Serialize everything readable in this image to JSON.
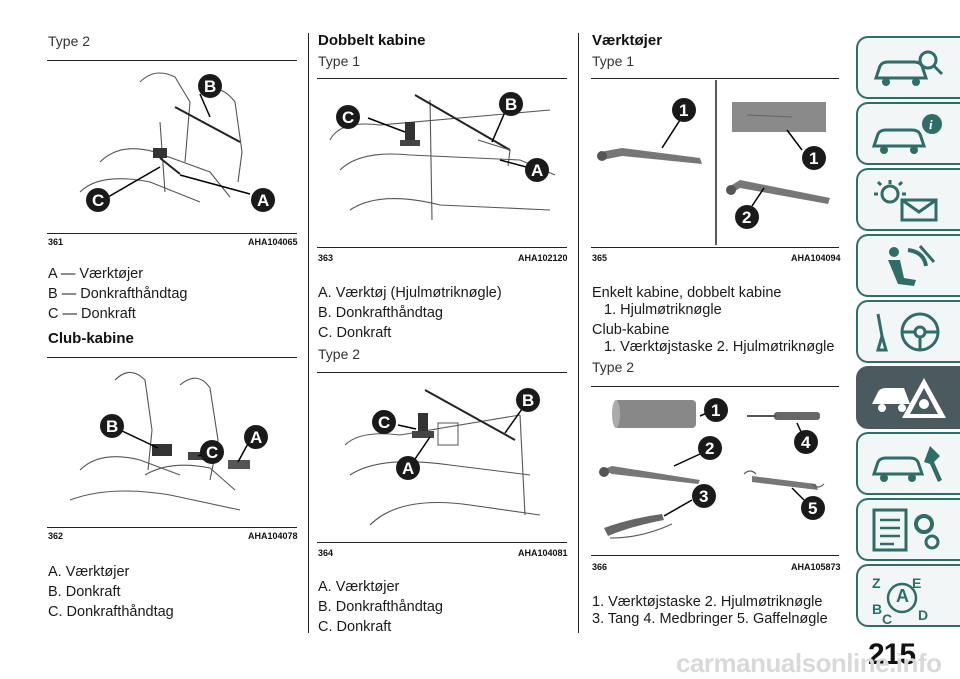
{
  "col1": {
    "type_label": "Type 2",
    "fig361": {
      "num": "361",
      "code": "AHA104065"
    },
    "legend_a": "A — Værktøjer",
    "legend_b": "B — Donkrafthåndtag",
    "legend_c": "C — Donkraft",
    "club_heading": "Club-kabine",
    "fig362": {
      "num": "362",
      "code": "AHA104078"
    },
    "list_a": "A. Værktøjer",
    "list_b": "B. Donkraft",
    "list_c": "C. Donkrafthåndtag"
  },
  "col2": {
    "heading": "Dobbelt kabine",
    "type1": "Type 1",
    "fig363": {
      "num": "363",
      "code": "AHA102120"
    },
    "list1_a": "A. Værktøj (Hjulmøtriknøgle)",
    "list1_b": "B. Donkrafthåndtag",
    "list1_c": "C. Donkraft",
    "type2": "Type 2",
    "fig364": {
      "num": "364",
      "code": "AHA104081"
    },
    "list2_a": "A. Værktøjer",
    "list2_b": "B. Donkrafthåndtag",
    "list2_c": "C. Donkraft"
  },
  "col3": {
    "heading": "Værktøjer",
    "type1": "Type 1",
    "fig365": {
      "num": "365",
      "code": "AHA104094"
    },
    "line1": "Enkelt kabine, dobbelt kabine",
    "line2": "1. Hjulmøtriknøgle",
    "line3": "Club-kabine",
    "line4": "1. Værktøjstaske  2. Hjulmøtriknøgle",
    "type2": "Type 2",
    "fig366": {
      "num": "366",
      "code": "AHA105873"
    },
    "line5": "1. Værktøjstaske  2. Hjulmøtriknøgle",
    "line6": "3. Tang  4. Medbringer  5. Gaffelnøgle"
  },
  "callouts": {
    "a": "A",
    "b": "B",
    "c": "C",
    "n1": "1",
    "n2": "2",
    "n3": "3",
    "n4": "4",
    "n5": "5"
  },
  "sidebar": {
    "tabs": [
      {
        "icon": "car-search-icon"
      },
      {
        "icon": "car-info-icon"
      },
      {
        "icon": "warning-lights-icon"
      },
      {
        "icon": "airbag-seat-icon"
      },
      {
        "icon": "steering-wheel-icon"
      },
      {
        "icon": "breakdown-icon",
        "active": true
      },
      {
        "icon": "car-maintenance-icon"
      },
      {
        "icon": "technical-data-icon"
      },
      {
        "icon": "index-icon"
      }
    ],
    "accent": "#2f6d66",
    "active_bg": "#4a5a5e"
  },
  "page_number": "215",
  "watermark": "carmanualsonline.info"
}
